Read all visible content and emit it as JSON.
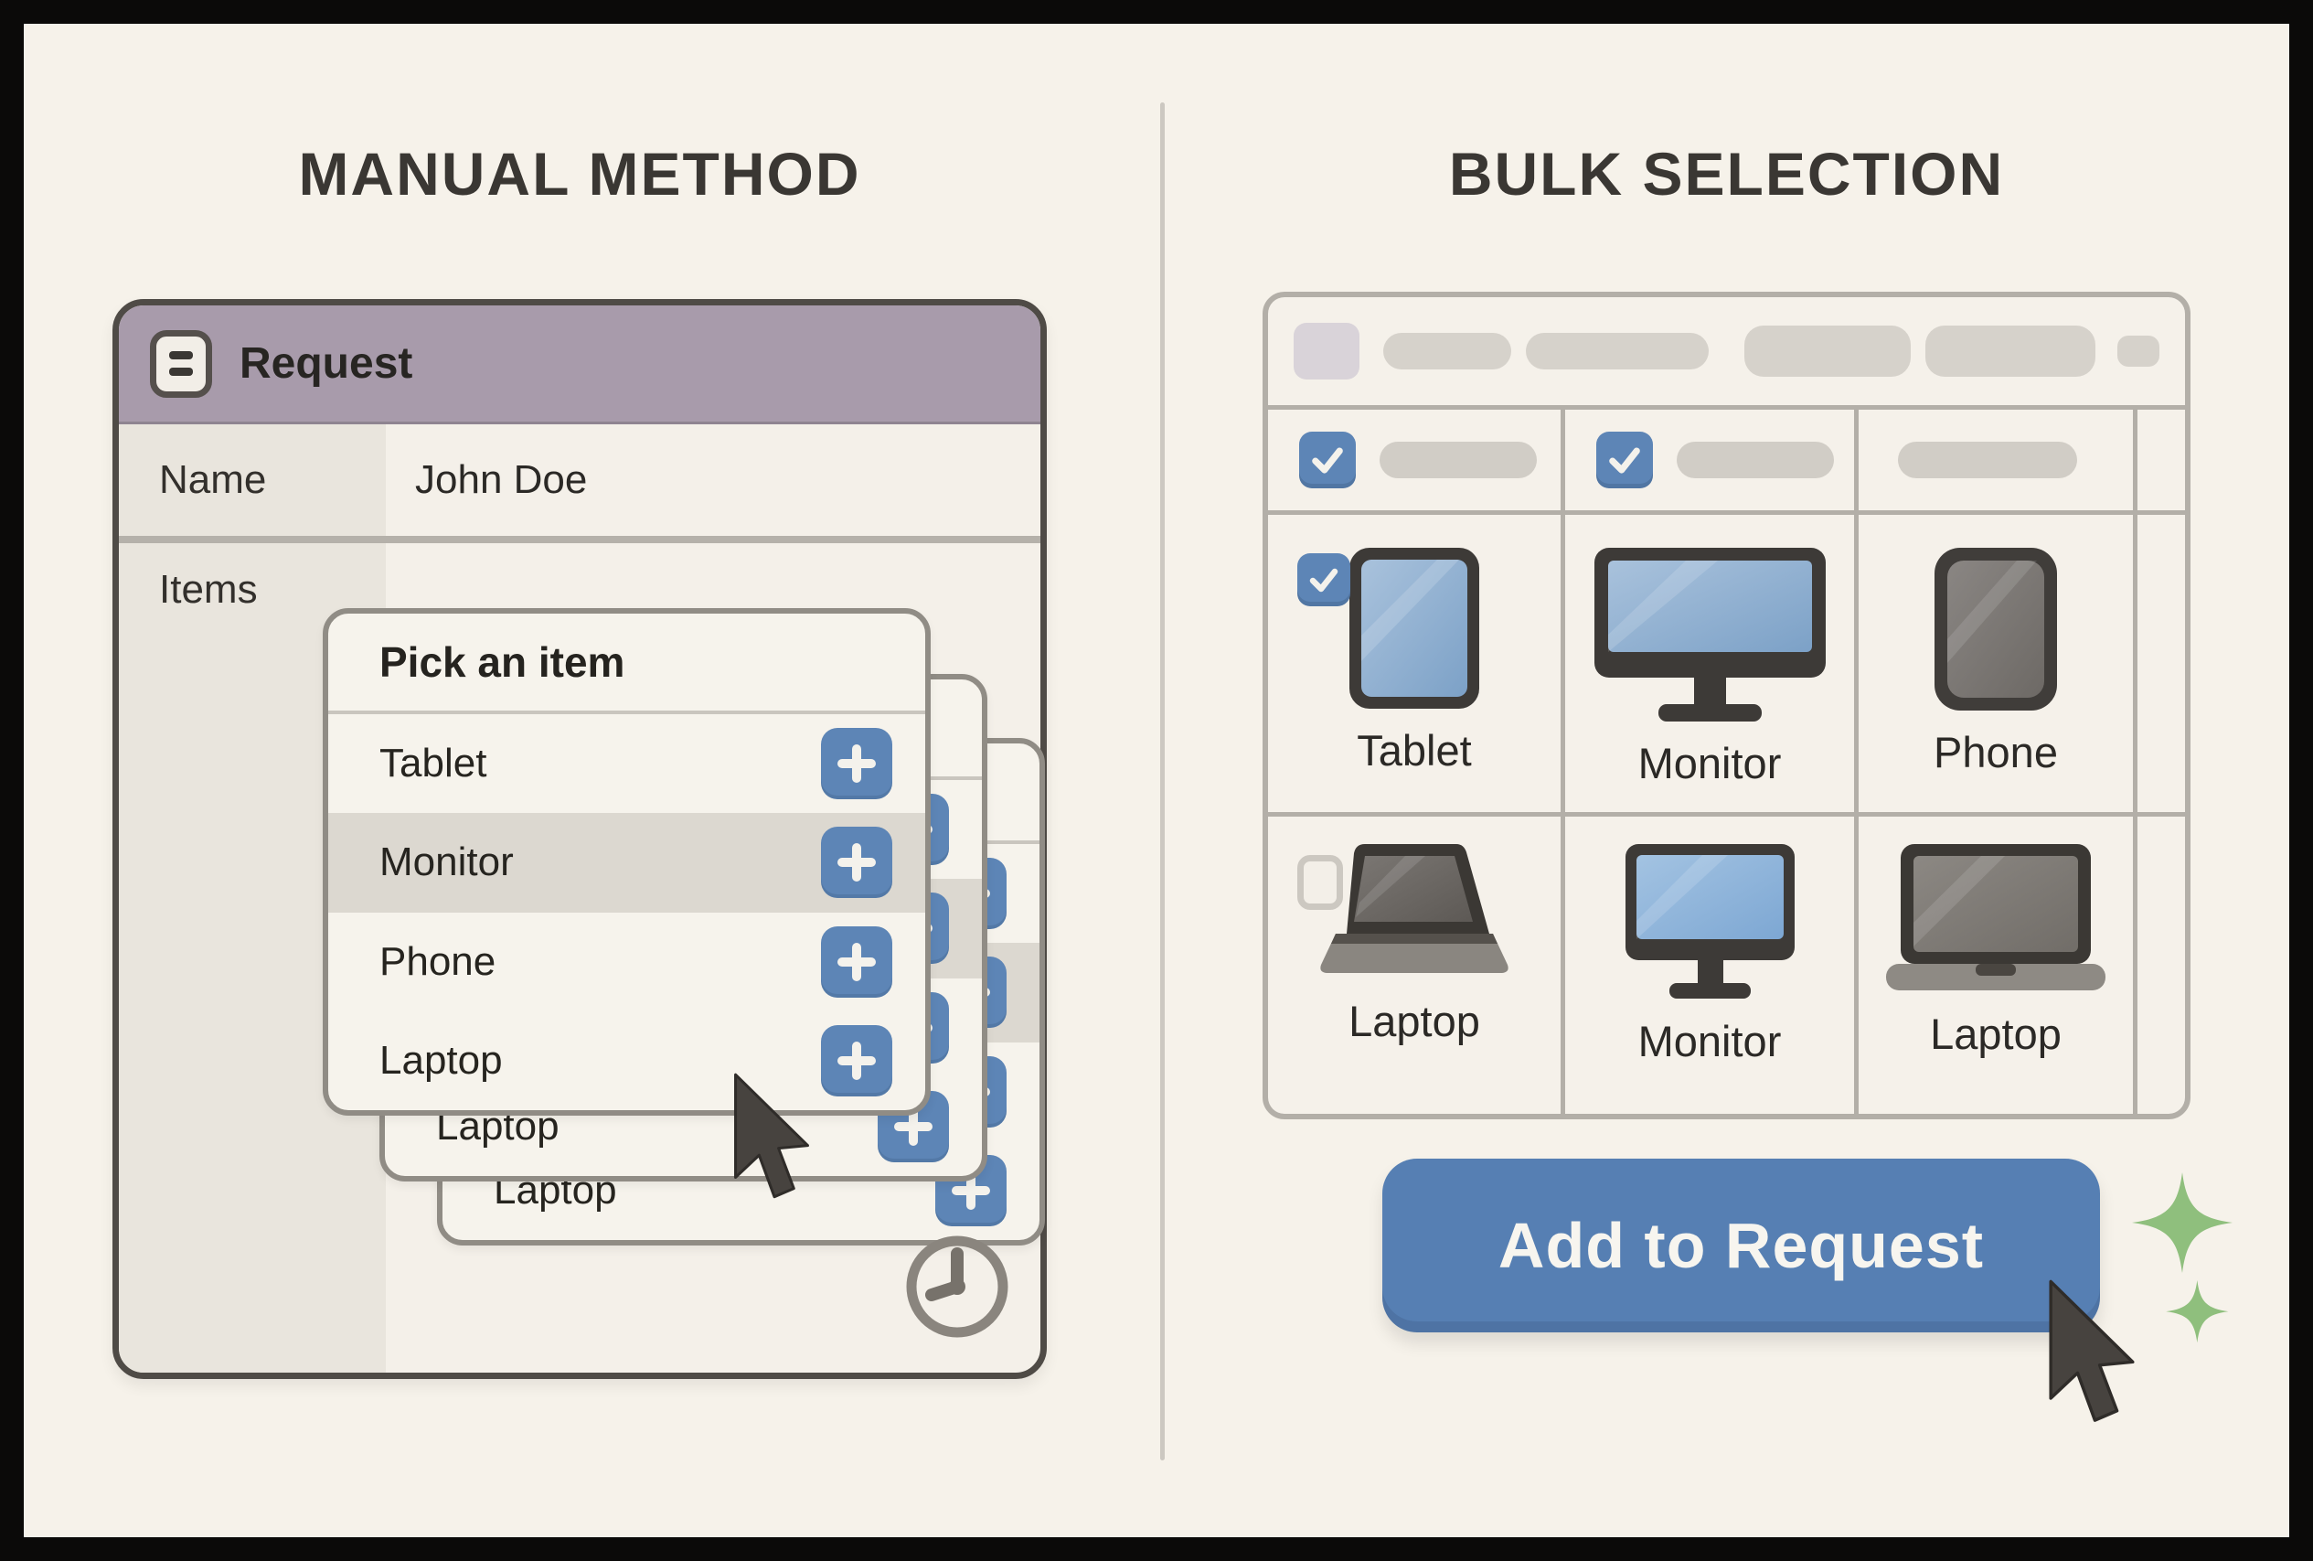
{
  "titles": {
    "left": "MANUAL METHOD",
    "right": "BULK SELECTION"
  },
  "manual": {
    "card_title": "Request",
    "card_icon": "form-icon",
    "name_label": "Name",
    "name_value": "John Doe",
    "items_label": "Items",
    "dropdown": {
      "placeholder": "Pick an item",
      "options": [
        {
          "label": "Tablet",
          "highlighted": false
        },
        {
          "label": "Monitor",
          "highlighted": true
        },
        {
          "label": "Phone",
          "highlighted": false
        },
        {
          "label": "Laptop",
          "highlighted": false
        }
      ],
      "option_action_icon": "plus-icon",
      "stacked_panel_count": 3
    },
    "footer_icon": "clock-icon",
    "cursor_icon": "cursor-arrow-icon"
  },
  "bulk": {
    "header_checkboxes": [
      {
        "present": true,
        "checked": true
      },
      {
        "present": true,
        "checked": true
      },
      {
        "present": false,
        "checked": false
      }
    ],
    "grid_items": [
      [
        {
          "label": "Tablet",
          "icon": "tablet-icon",
          "checked": true
        },
        {
          "label": "Monitor",
          "icon": "monitor-icon",
          "checked": false
        },
        {
          "label": "Phone",
          "icon": "phone-icon",
          "checked": false
        }
      ],
      [
        {
          "label": "Laptop",
          "icon": "laptop-side-icon",
          "checked": false
        },
        {
          "label": "Monitor",
          "icon": "monitor-icon",
          "checked": false
        },
        {
          "label": "Laptop",
          "icon": "laptop-front-icon",
          "checked": false
        }
      ]
    ],
    "button_label": "Add to Request",
    "decoration_icon": "sparkles-icon",
    "cursor_icon": "cursor-arrow-icon"
  },
  "colors": {
    "background": "#f6f2ea",
    "frame": "#0b0a09",
    "accent_blue": "#5d85b6",
    "button_blue": "#567fb3",
    "header_purple": "#a89bab",
    "sparkle_green": "#8fbf7d",
    "panel_border": "#908c85",
    "table_border": "#b3afa8",
    "card_border": "#4f4b46",
    "text_dark": "#33302c"
  }
}
